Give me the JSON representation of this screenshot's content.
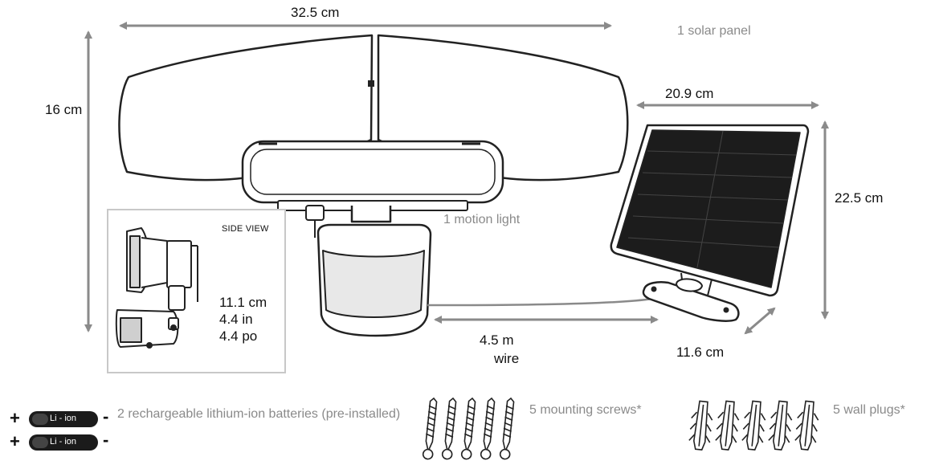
{
  "dimensions": {
    "light_width": "32.5 cm",
    "light_height": "16 cm",
    "panel_width": "20.9 cm",
    "panel_height": "22.5 cm",
    "base_depth": "11.6 cm",
    "wire_length": "4.5 m",
    "wire_label": "wire"
  },
  "products": {
    "solar_panel": "1 solar panel",
    "motion_light": "1 motion light"
  },
  "side_view": {
    "title": "SIDE VIEW",
    "depth_cm": "11.1 cm",
    "depth_in": "4.4 in",
    "depth_po": "4.4 po"
  },
  "accessories": {
    "batteries": "2 rechargeable lithium-ion batteries (pre-installed)",
    "battery_label": "Li - ion",
    "plus": "+",
    "minus": "-",
    "screws": "5 mounting screws*",
    "plugs": "5 wall plugs*"
  },
  "colors": {
    "arrow": "#8a8a8a",
    "outline": "#222222",
    "panel_cells": "#1c1c1c",
    "text_gray": "#8a8a8a"
  }
}
